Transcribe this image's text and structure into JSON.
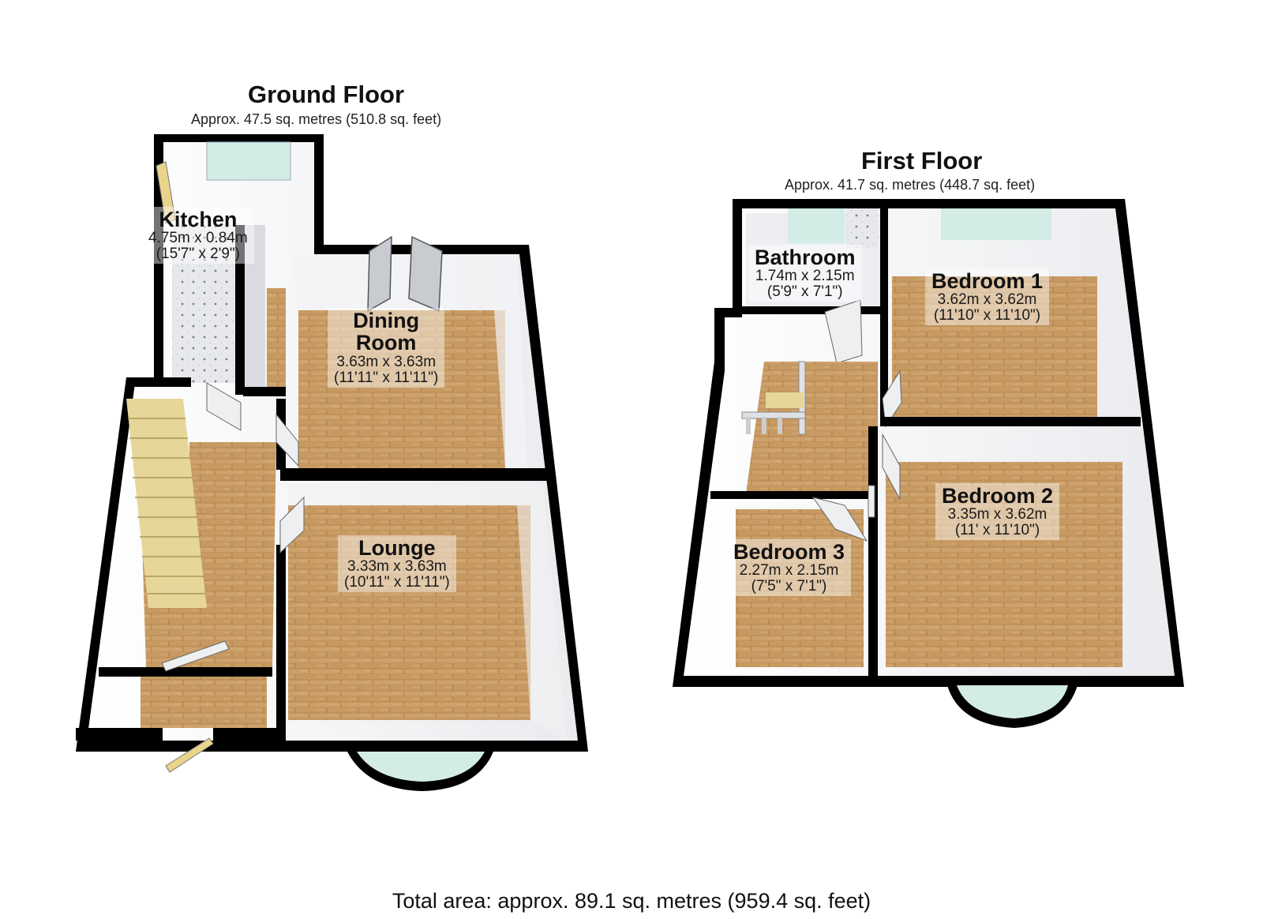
{
  "ground_floor": {
    "title": "Ground Floor",
    "area": "Approx. 47.5 sq. metres (510.8 sq. feet)",
    "rooms": {
      "kitchen": {
        "name": "Kitchen",
        "metric": "4.75m x 0.84m",
        "imperial": "(15'7\" x 2'9\")"
      },
      "dining_room": {
        "name_line1": "Dining",
        "name_line2": "Room",
        "metric": "3.63m x 3.63m",
        "imperial": "(11'11\" x 11'11\")"
      },
      "lounge": {
        "name": "Lounge",
        "metric": "3.33m x 3.63m",
        "imperial": "(10'11\" x 11'11\")"
      }
    }
  },
  "first_floor": {
    "title": "First Floor",
    "area": "Approx. 41.7 sq. metres (448.7 sq. feet)",
    "rooms": {
      "bathroom": {
        "name": "Bathroom",
        "metric": "1.74m x 2.15m",
        "imperial": "(5'9\" x 7'1\")"
      },
      "bedroom_1": {
        "name": "Bedroom 1",
        "metric": "3.62m x 3.62m",
        "imperial": "(11'10\" x 11'10\")"
      },
      "bedroom_2": {
        "name": "Bedroom 2",
        "metric": "3.35m x 3.62m",
        "imperial": "(11' x 11'10\")"
      },
      "bedroom_3": {
        "name": "Bedroom 3",
        "metric": "2.27m x 2.15m",
        "imperial": "(7'5\" x 7'1\")"
      }
    }
  },
  "total_area": "Total area: approx. 89.1 sq. metres (959.4 sq. feet)",
  "colors": {
    "wall": "#000000",
    "wood_floor": "#c9a16a",
    "wood_grain": "#b0824c",
    "tile_floor": "#e4e6ea",
    "inner_wall": "#f4f5f7",
    "stairs": "#e6d69a",
    "window": "#d4ece6"
  }
}
